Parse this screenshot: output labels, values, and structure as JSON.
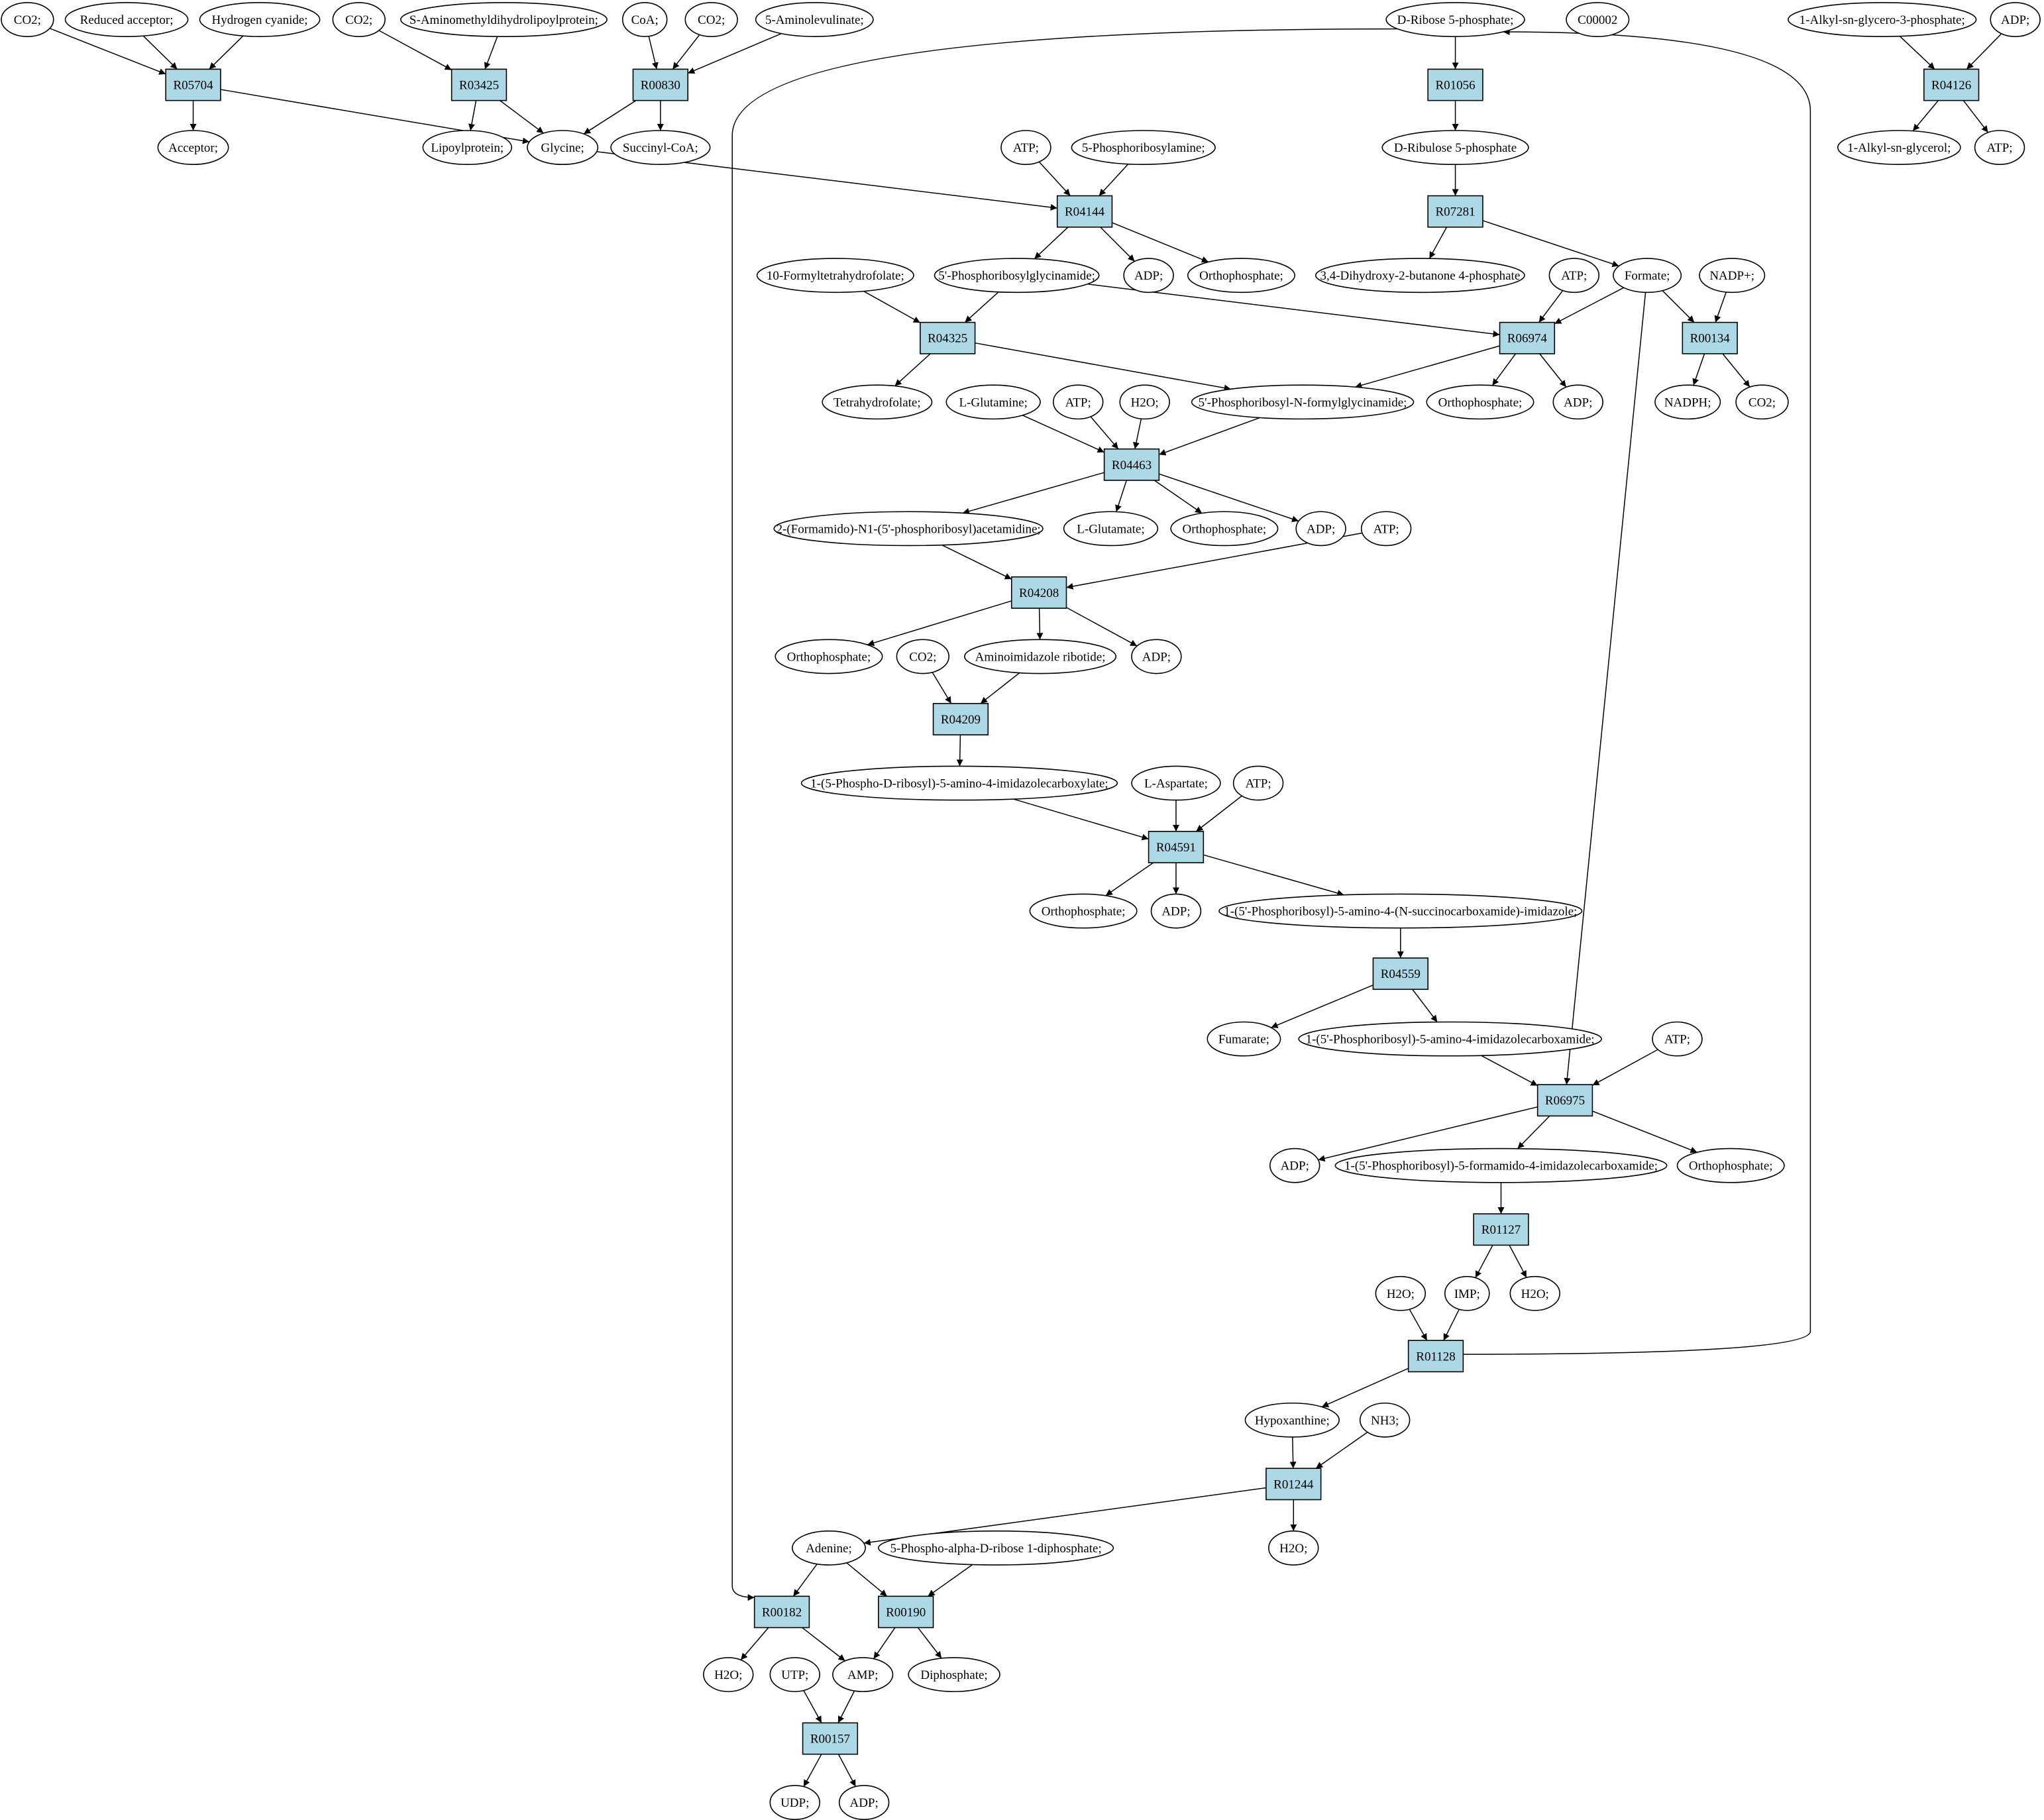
{
  "colors": {
    "reaction_fill": "#add8e6",
    "metabolite_fill": "#ffffff",
    "highlight_fill": "#00ee00",
    "marker_fill": "#ffff00",
    "stroke": "#000000"
  },
  "reactions": [
    {
      "id": "R05704",
      "label": "R05704"
    },
    {
      "id": "R03425",
      "label": "R03425"
    },
    {
      "id": "R00830",
      "label": "R00830"
    },
    {
      "id": "R01056",
      "label": "R01056"
    },
    {
      "id": "R04126",
      "label": "R04126"
    },
    {
      "id": "R04144",
      "label": "R04144"
    },
    {
      "id": "R07281",
      "label": "R07281"
    },
    {
      "id": "R04325",
      "label": "R04325"
    },
    {
      "id": "R06974",
      "label": "R06974"
    },
    {
      "id": "R00134",
      "label": "R00134"
    },
    {
      "id": "R04463",
      "label": "R04463"
    },
    {
      "id": "R04208",
      "label": "R04208"
    },
    {
      "id": "R04209",
      "label": "R04209"
    },
    {
      "id": "R04591",
      "label": "R04591"
    },
    {
      "id": "R04559",
      "label": "R04559"
    },
    {
      "id": "R06975",
      "label": "R06975"
    },
    {
      "id": "R01127",
      "label": "R01127"
    },
    {
      "id": "R01128",
      "label": "R01128"
    },
    {
      "id": "R01244",
      "label": "R01244"
    },
    {
      "id": "R00182",
      "label": "R00182"
    },
    {
      "id": "R00190",
      "label": "R00190"
    },
    {
      "id": "R00157",
      "label": "R00157"
    }
  ],
  "metabolites": [
    {
      "id": "m_co2_1",
      "label": "CO2;"
    },
    {
      "id": "m_redacc",
      "label": "Reduced acceptor;"
    },
    {
      "id": "m_hcn",
      "label": "Hydrogen cyanide;"
    },
    {
      "id": "m_co2_2",
      "label": "CO2;"
    },
    {
      "id": "m_samdlp",
      "label": "S-Aminomethyldihydrolipoylprotein;"
    },
    {
      "id": "m_coa",
      "label": "CoA;"
    },
    {
      "id": "m_co2_3",
      "label": "CO2;"
    },
    {
      "id": "m_ala",
      "label": "5-Aminolevulinate;"
    },
    {
      "id": "m_r5p",
      "label": "D-Ribose 5-phosphate;"
    },
    {
      "id": "m_c00002",
      "label": "C00002"
    },
    {
      "id": "m_alkylg3p",
      "label": "1-Alkyl-sn-glycero-3-phosphate;"
    },
    {
      "id": "m_adp_top",
      "label": "ADP;"
    },
    {
      "id": "m_acceptor",
      "label": "Acceptor;"
    },
    {
      "id": "m_lipoyl",
      "label": "Lipoylprotein;"
    },
    {
      "id": "m_glycine",
      "label": "Glycine;"
    },
    {
      "id": "m_succoa",
      "label": "Succinyl-CoA;"
    },
    {
      "id": "m_ru5p",
      "label": "D-Ribulose 5-phosphate"
    },
    {
      "id": "m_alkylg",
      "label": "1-Alkyl-sn-glycerol;"
    },
    {
      "id": "m_atp_r04126",
      "label": "ATP;"
    },
    {
      "id": "m_atp_r04144",
      "label": "ATP;"
    },
    {
      "id": "m_prpa",
      "label": "5-Phosphoribosylamine;"
    },
    {
      "id": "m_10fthf",
      "label": "10-Formyltetrahydrofolate;"
    },
    {
      "id": "m_gar",
      "label": "5'-Phosphoribosylglycinamide;"
    },
    {
      "id": "m_adp_r04144",
      "label": "ADP;"
    },
    {
      "id": "m_pi_r04144",
      "label": "Orthophosphate;"
    },
    {
      "id": "m_dhbp",
      "label": "3,4-Dihydroxy-2-butanone 4-phosphate"
    },
    {
      "id": "m_atp_r06974",
      "label": "ATP;"
    },
    {
      "id": "m_formate",
      "label": "Formate;"
    },
    {
      "id": "m_nadp",
      "label": "NADP+;"
    },
    {
      "id": "m_thf",
      "label": "Tetrahydrofolate;"
    },
    {
      "id": "m_lgln",
      "label": "L-Glutamine;"
    },
    {
      "id": "m_atp_r04463",
      "label": "ATP;"
    },
    {
      "id": "m_h2o_r04463",
      "label": "H2O;"
    },
    {
      "id": "m_fgar",
      "label": "5'-Phosphoribosyl-N-formylglycinamide;"
    },
    {
      "id": "m_pi_r06974",
      "label": "Orthophosphate;"
    },
    {
      "id": "m_adp_r06974",
      "label": "ADP;"
    },
    {
      "id": "m_nadph",
      "label": "NADPH;"
    },
    {
      "id": "m_co2_r00134",
      "label": "CO2;"
    },
    {
      "id": "m_fgam",
      "label": "2-(Formamido)-N1-(5'-phosphoribosyl)acetamidine;"
    },
    {
      "id": "m_lglu",
      "label": "L-Glutamate;"
    },
    {
      "id": "m_pi_r04463",
      "label": "Orthophosphate;"
    },
    {
      "id": "m_adp_r04463",
      "label": "ADP;"
    },
    {
      "id": "m_atp_r04208",
      "label": "ATP;"
    },
    {
      "id": "m_pi_r04208",
      "label": "Orthophosphate;"
    },
    {
      "id": "m_co2_r04209",
      "label": "CO2;"
    },
    {
      "id": "m_air",
      "label": "Aminoimidazole ribotide;"
    },
    {
      "id": "m_adp_r04208",
      "label": "ADP;"
    },
    {
      "id": "m_cair",
      "label": "1-(5-Phospho-D-ribosyl)-5-amino-4-imidazolecarboxylate;"
    },
    {
      "id": "m_lasp",
      "label": "L-Aspartate;"
    },
    {
      "id": "m_atp_r04591",
      "label": "ATP;"
    },
    {
      "id": "m_pi_r04591",
      "label": "Orthophosphate;"
    },
    {
      "id": "m_adp_r04591",
      "label": "ADP;"
    },
    {
      "id": "m_saicar",
      "label": "1-(5'-Phosphoribosyl)-5-amino-4-(N-succinocarboxamide)-imidazole;"
    },
    {
      "id": "m_fumarate",
      "label": "Fumarate;"
    },
    {
      "id": "m_aicar",
      "label": "1-(5'-Phosphoribosyl)-5-amino-4-imidazolecarboxamide;"
    },
    {
      "id": "m_atp_r06975",
      "label": "ATP;"
    },
    {
      "id": "m_adp_r06975",
      "label": "ADP;"
    },
    {
      "id": "m_faicar",
      "label": "1-(5'-Phosphoribosyl)-5-formamido-4-imidazolecarboxamide;"
    },
    {
      "id": "m_pi_r06975",
      "label": "Orthophosphate;"
    },
    {
      "id": "m_h2o_r01128",
      "label": "H2O;"
    },
    {
      "id": "m_imp",
      "label": "IMP;"
    },
    {
      "id": "m_h2o_r01127",
      "label": "H2O;"
    },
    {
      "id": "m_hypox",
      "label": "Hypoxanthine;"
    },
    {
      "id": "m_nh3",
      "label": "NH3;"
    },
    {
      "id": "m_h2o_r01244",
      "label": "H2O;"
    },
    {
      "id": "m_adenine",
      "label": "Adenine;"
    },
    {
      "id": "m_prpp",
      "label": "5-Phospho-alpha-D-ribose 1-diphosphate;"
    },
    {
      "id": "m_h2o_r00182",
      "label": "H2O;"
    },
    {
      "id": "m_utp",
      "label": "UTP;"
    },
    {
      "id": "m_amp",
      "label": "AMP;"
    },
    {
      "id": "m_ppi",
      "label": "Diphosphate;"
    },
    {
      "id": "m_udp",
      "label": "UDP;"
    },
    {
      "id": "m_adp_r00157",
      "label": "ADP;"
    }
  ],
  "edges": [
    [
      "m_co2_1",
      "R05704"
    ],
    [
      "m_redacc",
      "R05704"
    ],
    [
      "m_hcn",
      "R05704"
    ],
    [
      "R05704",
      "m_acceptor"
    ],
    [
      "R05704",
      "m_glycine"
    ],
    [
      "m_co2_2",
      "R03425"
    ],
    [
      "m_samdlp",
      "R03425"
    ],
    [
      "R03425",
      "m_lipoyl"
    ],
    [
      "R03425",
      "m_glycine"
    ],
    [
      "m_coa",
      "R00830"
    ],
    [
      "m_co2_3",
      "R00830"
    ],
    [
      "m_ala",
      "R00830"
    ],
    [
      "R00830",
      "m_glycine"
    ],
    [
      "R00830",
      "m_succoa"
    ],
    [
      "m_r5p",
      "R01056"
    ],
    [
      "R01056",
      "m_ru5p"
    ],
    [
      "m_ru5p",
      "R07281"
    ],
    [
      "R07281",
      "m_dhbp"
    ],
    [
      "R07281",
      "m_formate"
    ],
    [
      "m_alkylg3p",
      "R04126"
    ],
    [
      "m_adp_top",
      "R04126"
    ],
    [
      "R04126",
      "m_alkylg"
    ],
    [
      "R04126",
      "m_atp_r04126"
    ],
    [
      "m_glycine",
      "R04144"
    ],
    [
      "m_atp_r04144",
      "R04144"
    ],
    [
      "m_prpa",
      "R04144"
    ],
    [
      "R04144",
      "m_gar"
    ],
    [
      "R04144",
      "m_adp_r04144"
    ],
    [
      "R04144",
      "m_pi_r04144"
    ],
    [
      "m_10fthf",
      "R04325"
    ],
    [
      "m_gar",
      "R04325"
    ],
    [
      "R04325",
      "m_thf"
    ],
    [
      "R04325",
      "m_fgar"
    ],
    [
      "m_gar",
      "R06974"
    ],
    [
      "m_atp_r06974",
      "R06974"
    ],
    [
      "m_formate",
      "R06974"
    ],
    [
      "R06974",
      "m_fgar"
    ],
    [
      "R06974",
      "m_pi_r06974"
    ],
    [
      "R06974",
      "m_adp_r06974"
    ],
    [
      "m_formate",
      "R00134"
    ],
    [
      "m_nadp",
      "R00134"
    ],
    [
      "R00134",
      "m_nadph"
    ],
    [
      "R00134",
      "m_co2_r00134"
    ],
    [
      "m_lgln",
      "R04463"
    ],
    [
      "m_atp_r04463",
      "R04463"
    ],
    [
      "m_h2o_r04463",
      "R04463"
    ],
    [
      "m_fgar",
      "R04463"
    ],
    [
      "R04463",
      "m_fgam"
    ],
    [
      "R04463",
      "m_lglu"
    ],
    [
      "R04463",
      "m_pi_r04463"
    ],
    [
      "R04463",
      "m_adp_r04463"
    ],
    [
      "m_fgam",
      "R04208"
    ],
    [
      "m_atp_r04208",
      "R04208"
    ],
    [
      "R04208",
      "m_pi_r04208"
    ],
    [
      "R04208",
      "m_air"
    ],
    [
      "R04208",
      "m_adp_r04208"
    ],
    [
      "m_co2_r04209",
      "R04209"
    ],
    [
      "m_air",
      "R04209"
    ],
    [
      "R04209",
      "m_cair"
    ],
    [
      "m_cair",
      "R04591"
    ],
    [
      "m_lasp",
      "R04591"
    ],
    [
      "m_atp_r04591",
      "R04591"
    ],
    [
      "R04591",
      "m_pi_r04591"
    ],
    [
      "R04591",
      "m_adp_r04591"
    ],
    [
      "R04591",
      "m_saicar"
    ],
    [
      "m_saicar",
      "R04559"
    ],
    [
      "R04559",
      "m_fumarate"
    ],
    [
      "R04559",
      "m_aicar"
    ],
    [
      "m_aicar",
      "R06975"
    ],
    [
      "m_formate",
      "R06975"
    ],
    [
      "m_atp_r06975",
      "R06975"
    ],
    [
      "R06975",
      "m_adp_r06975"
    ],
    [
      "R06975",
      "m_faicar"
    ],
    [
      "R06975",
      "m_pi_r06975"
    ],
    [
      "m_faicar",
      "R01127"
    ],
    [
      "R01127",
      "m_imp"
    ],
    [
      "R01127",
      "m_h2o_r01127"
    ],
    [
      "m_h2o_r01128",
      "R01128"
    ],
    [
      "m_imp",
      "R01128"
    ],
    [
      "R01128",
      "m_hypox"
    ],
    [
      "R01128",
      "m_r5p"
    ],
    [
      "m_hypox",
      "R01244"
    ],
    [
      "m_nh3",
      "R01244"
    ],
    [
      "R01244",
      "m_adenine"
    ],
    [
      "R01244",
      "m_h2o_r01244"
    ],
    [
      "m_r5p",
      "R00182"
    ],
    [
      "m_adenine",
      "R00182"
    ],
    [
      "R00182",
      "m_h2o_r00182"
    ],
    [
      "R00182",
      "m_amp"
    ],
    [
      "m_adenine",
      "R00190"
    ],
    [
      "m_prpp",
      "R00190"
    ],
    [
      "R00190",
      "m_amp"
    ],
    [
      "R00190",
      "m_ppi"
    ],
    [
      "m_utp",
      "R00157"
    ],
    [
      "m_amp",
      "R00157"
    ],
    [
      "R00157",
      "m_udp"
    ],
    [
      "R00157",
      "m_adp_r00157"
    ]
  ]
}
